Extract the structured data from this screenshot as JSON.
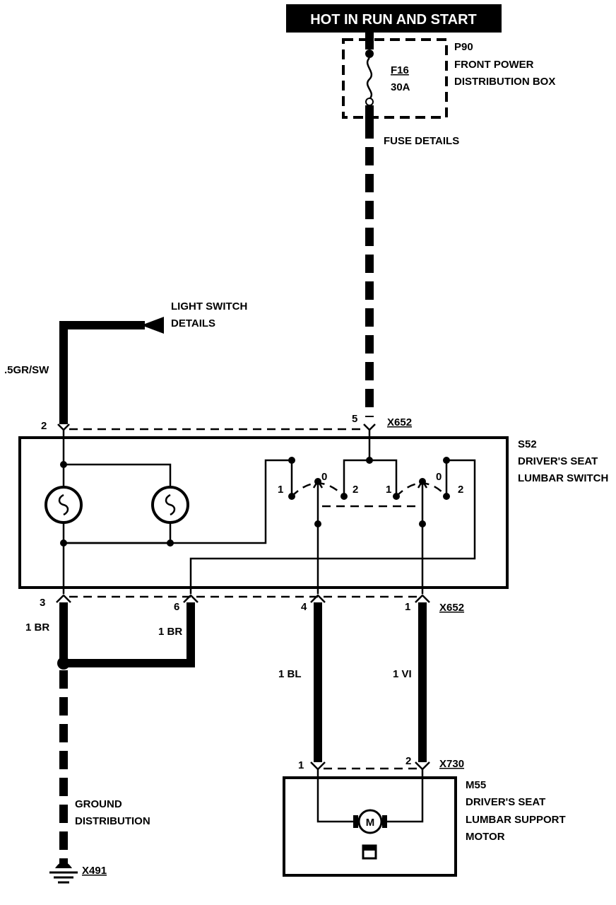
{
  "header": {
    "title": "HOT IN RUN AND START"
  },
  "fuse_box": {
    "id": "P90",
    "name_line1": "FRONT POWER",
    "name_line2": "DISTRIBUTION BOX",
    "fuse_id": "F16",
    "fuse_rating": "30A",
    "details_link": "FUSE DETAILS"
  },
  "light_switch": {
    "line1": "LIGHT SWITCH",
    "line2": "DETAILS"
  },
  "wires": {
    "gr_sw": ".5GR/SW",
    "br_left": "1 BR",
    "br_right": "1 BR",
    "bl": "1 BL",
    "vi": "1 VI"
  },
  "switch": {
    "id": "S52",
    "line1": "DRIVER'S SEAT",
    "line2": "LUMBAR SWITCH",
    "connector_top": "X652",
    "connector_bottom": "X652",
    "pins": {
      "p2": "2",
      "p5": "5",
      "p3": "3",
      "p6": "6",
      "p4": "4",
      "p1": "1"
    },
    "contacts_left": {
      "a": "1",
      "b": "0",
      "c": "2"
    },
    "contacts_right": {
      "a": "1",
      "b": "0",
      "c": "2"
    }
  },
  "motor": {
    "id": "M55",
    "line1": "DRIVER'S SEAT",
    "line2": "LUMBAR SUPPORT",
    "line3": "MOTOR",
    "connector": "X730",
    "pin1": "1",
    "pin2": "2",
    "symbol": "M"
  },
  "ground": {
    "line1": "GROUND",
    "line2": "DISTRIBUTION",
    "connector": "X491"
  }
}
